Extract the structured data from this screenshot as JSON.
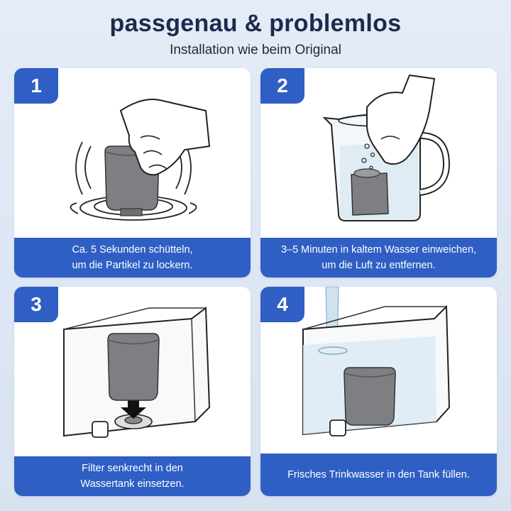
{
  "header": {
    "title": "passgenau & problemlos",
    "subtitle": "Installation wie beim Original"
  },
  "steps": [
    {
      "number": "1",
      "caption_line1": "Ca. 5 Sekunden schütteln,",
      "caption_line2": "um die Partikel zu lockern.",
      "icon": "hand-shaking-filter-icon"
    },
    {
      "number": "2",
      "caption_line1": "3–5 Minuten in kaltem Wasser einweichen,",
      "caption_line2": "um die Luft zu entfernen.",
      "icon": "filter-in-measuring-jug-icon"
    },
    {
      "number": "3",
      "caption_line1": "Filter senkrecht in den",
      "caption_line2": "Wassertank einsetzen.",
      "icon": "insert-filter-into-tank-icon"
    },
    {
      "number": "4",
      "caption_line1": "Frisches Trinkwasser in den Tank füllen.",
      "caption_line2": "",
      "icon": "fill-tank-with-water-icon"
    }
  ],
  "colors": {
    "accent": "#2f5fc4",
    "title": "#1d2a4d",
    "background": "#e0e9f6"
  }
}
